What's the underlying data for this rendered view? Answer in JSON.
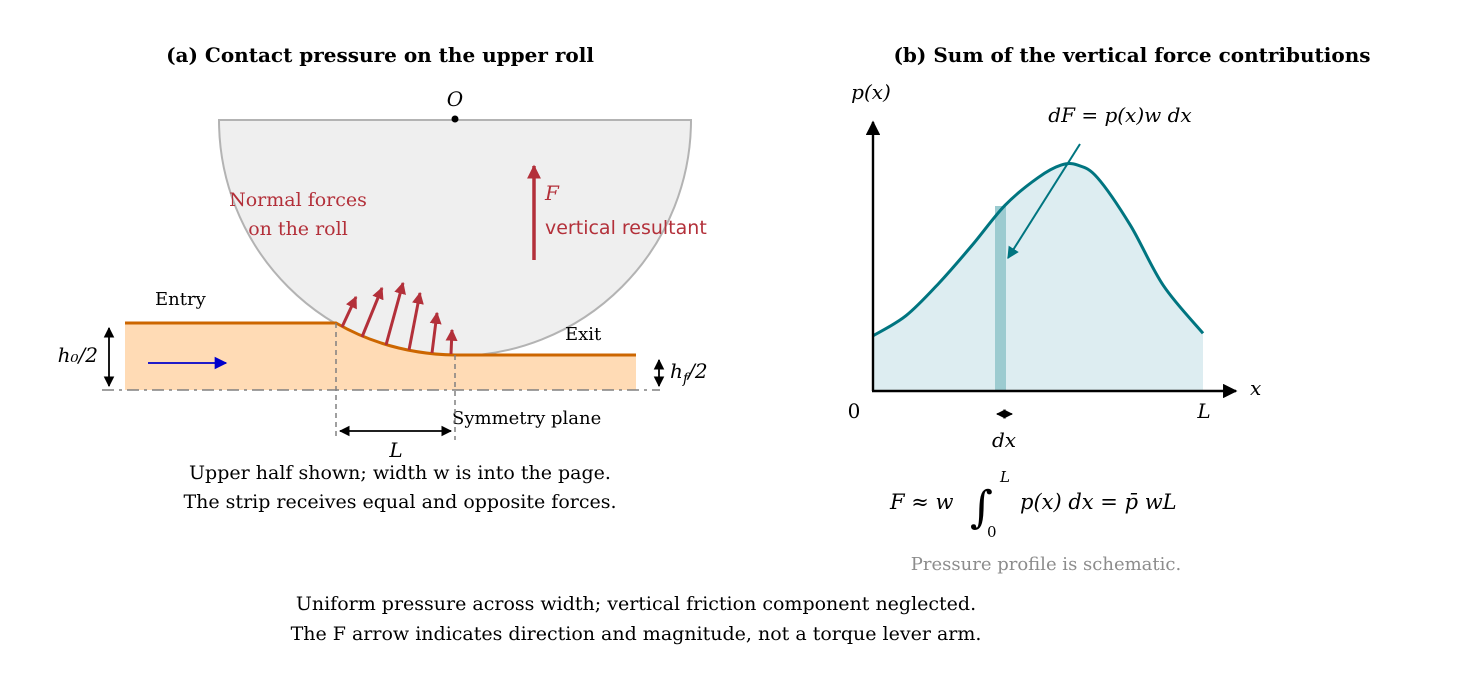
{
  "panel_a": {
    "title": "(a) Contact pressure on the upper roll",
    "center_label": "O",
    "normal_forces_line1": "Normal forces",
    "normal_forces_line2": "on the roll",
    "force_label": "F",
    "resultant_label": "vertical resultant",
    "entry_label": "Entry",
    "exit_label": "Exit",
    "h0_label": "h₀/2",
    "hf_label": "h",
    "hf_sub": "f",
    "hf_suffix": "/2",
    "symmetry_label": "Symmetry plane",
    "length_label": "L",
    "caption_line1": "Upper half shown; width w is into the page.",
    "caption_line2": "The strip receives equal and opposite forces."
  },
  "panel_b": {
    "title": "(b) Sum of the vertical force contributions",
    "y_axis_label": "p(x)",
    "x_axis_label": "x",
    "origin_label": "0",
    "end_label": "L",
    "dF_label": "dF = p(x)w dx",
    "dx_label": "dx",
    "formula_F": "F ≈ w",
    "formula_integrand": "p(x) dx = p̄ wL",
    "formula_upper": "L",
    "formula_lower": "0",
    "note": "Pressure profile is schematic."
  },
  "footer": {
    "line1": "Uniform pressure across width; vertical friction component neglected.",
    "line2": "The F arrow indicates direction and magnitude, not a torque lever arm."
  },
  "colors": {
    "roll_fill": "#efefef",
    "roll_stroke": "#b3b3b3",
    "strip_fill": "#ffdbb5",
    "strip_edge": "#cc6600",
    "force_red": "#b3303a",
    "flow_blue": "#0000cc",
    "curve_teal": "#007580",
    "area_fill": "#ddedf1",
    "strip_teal": "#9ccbd0",
    "grey_text": "#8c8c8c"
  },
  "pressure_curve": [
    [
      0,
      0.22
    ],
    [
      0.1,
      0.3
    ],
    [
      0.2,
      0.43
    ],
    [
      0.3,
      0.58
    ],
    [
      0.4,
      0.74
    ],
    [
      0.5,
      0.85
    ],
    [
      0.57,
      0.9
    ],
    [
      0.62,
      0.9
    ],
    [
      0.68,
      0.85
    ],
    [
      0.78,
      0.66
    ],
    [
      0.88,
      0.42
    ],
    [
      1.0,
      0.23
    ]
  ]
}
